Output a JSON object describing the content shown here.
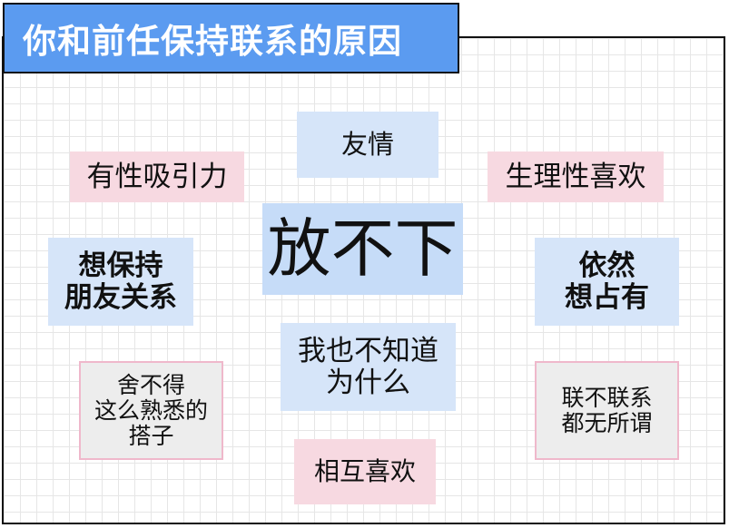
{
  "title": "你和前任保持联系的原因",
  "center": "放不下",
  "nodes": {
    "friendship": "友情",
    "attraction": "有性吸引力",
    "physical_like": "生理性喜欢",
    "keep_relation": "想保持\n朋友关系",
    "possess": "依然\n想占有",
    "dont_know": "我也不知道\n为什么",
    "reluctant": "舍不得\n这么熟悉的\n搭子",
    "indifferent": "联不联系\n都无所谓",
    "mutual_like": "相互喜欢"
  },
  "colors": {
    "title_bg": "#5b9bf0",
    "blue_box": "#d6e5f9",
    "pink_box": "#f7d9e1",
    "gray_box": "#ededed",
    "pink_border": "#efb8cb"
  }
}
